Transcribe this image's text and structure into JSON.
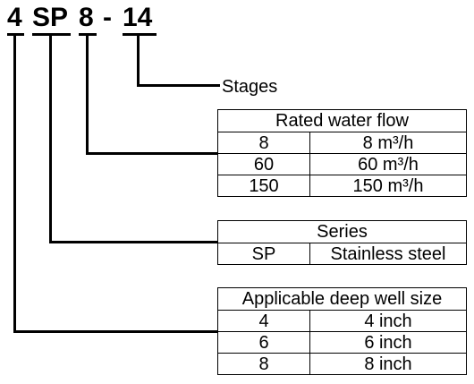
{
  "model_code": {
    "parts": [
      "4",
      "SP",
      "8",
      "14"
    ],
    "separator": "-"
  },
  "stages_label": "Stages",
  "tables": {
    "flow": {
      "title": "Rated water flow",
      "rows": [
        [
          "8",
          "8 m³/h"
        ],
        [
          "60",
          "60 m³/h"
        ],
        [
          "150",
          "150 m³/h"
        ]
      ]
    },
    "series": {
      "title": "Series",
      "rows": [
        [
          "SP",
          "Stainless steel"
        ]
      ]
    },
    "well": {
      "title": "Applicable deep well size",
      "rows": [
        [
          "4",
          "4 inch"
        ],
        [
          "6",
          "6 inch"
        ],
        [
          "8",
          "8 inch"
        ]
      ]
    }
  }
}
